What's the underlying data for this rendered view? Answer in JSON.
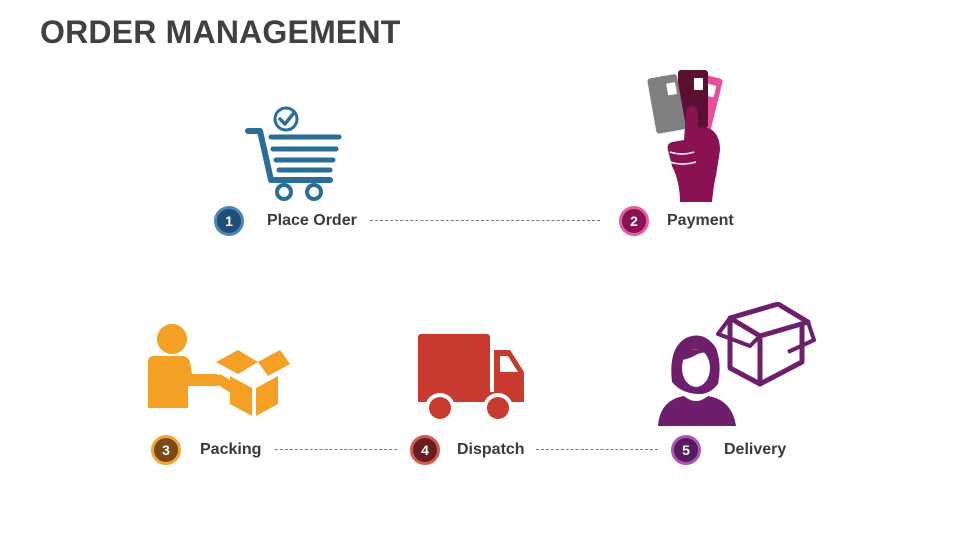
{
  "title": "ORDER MANAGEMENT",
  "steps": [
    {
      "number": "1",
      "label": "Place Order",
      "icon": "shopping-cart-check-icon",
      "fill": "#1f4e79",
      "ring": "#4b87b5"
    },
    {
      "number": "2",
      "label": "Payment",
      "icon": "hand-holding-cards-icon",
      "fill": "#8b1252",
      "ring": "#e05fa0"
    },
    {
      "number": "3",
      "label": "Packing",
      "icon": "person-packing-box-icon",
      "fill": "#7a4a12",
      "ring": "#f4a537"
    },
    {
      "number": "4",
      "label": "Dispatch",
      "icon": "delivery-truck-icon",
      "fill": "#6b1c1c",
      "ring": "#d35a52"
    },
    {
      "number": "5",
      "label": "Delivery",
      "icon": "person-receiving-box-icon",
      "fill": "#561c5e",
      "ring": "#a957b3"
    }
  ],
  "colors": {
    "cart": "#2a6d96",
    "payment_hand": "#8b1252",
    "card_gray": "#808080",
    "card_dark": "#5a1030",
    "card_pink": "#e74f9d",
    "packing": "#f4a024",
    "truck": "#c8392e",
    "delivery": "#6d1f6c"
  }
}
